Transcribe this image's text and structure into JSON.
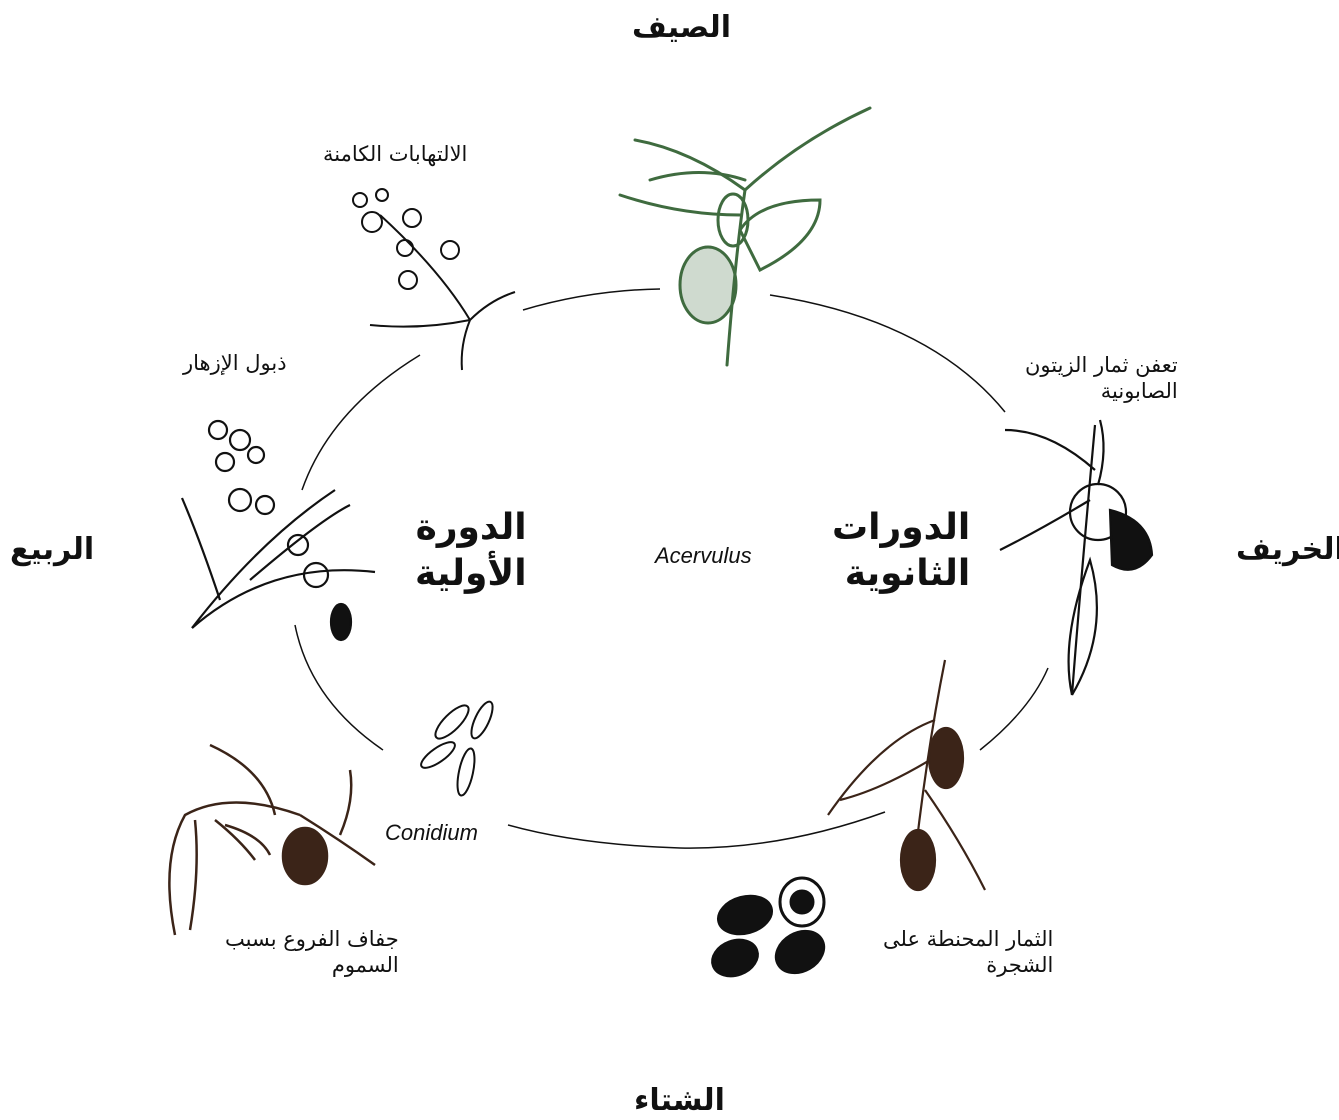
{
  "seasons": {
    "summer": "الصيف",
    "autumn": "الخريف",
    "winter": "الشتاء",
    "spring": "الربيع"
  },
  "center": {
    "primary_line1": "الدورة",
    "primary_line2": "الأولية",
    "secondary_line1": "الدورات",
    "secondary_line2": "الثانوية",
    "acervulus": "Acervulus",
    "conidium": "Conidium"
  },
  "stages": {
    "latent_infection": "الالتهابات الكامنة",
    "flower_wilt": "ذبول الإزهار",
    "fruit_rot_line1": "تعفن ثمار الزيتون",
    "fruit_rot_line2": "الصابونية",
    "mummified_line1": "الثمار المحنطة على",
    "mummified_line2": "الشجرة",
    "dieback_line1": "جفاف الفروع بسبب",
    "dieback_line2": "السموم"
  },
  "colors": {
    "leaf_green": "#3f6b3f",
    "fruit_brown": "#3b2418",
    "ink_black": "#111111"
  }
}
